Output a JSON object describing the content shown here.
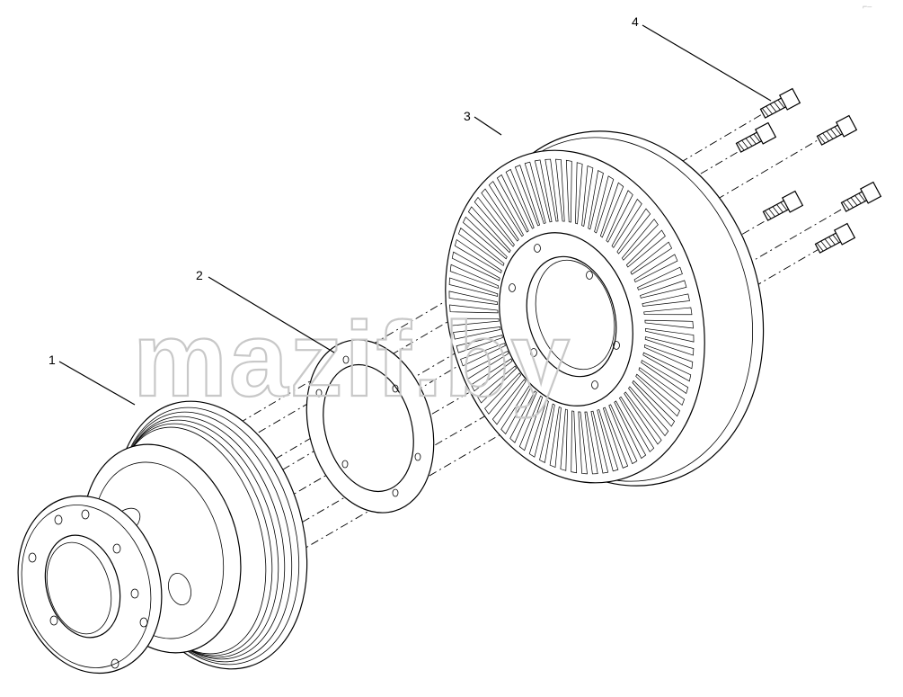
{
  "diagram": {
    "watermark": "mazif.by",
    "callouts": [
      {
        "id": "1",
        "label": "1"
      },
      {
        "id": "2",
        "label": "2"
      },
      {
        "id": "3",
        "label": "3"
      },
      {
        "id": "4",
        "label": "4"
      }
    ],
    "corner_mark": "⌐–"
  }
}
